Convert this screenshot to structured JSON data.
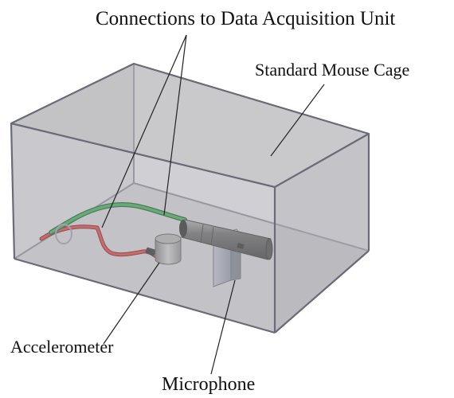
{
  "labels": {
    "connections": "Connections to Data Acquisition Unit",
    "cage": "Standard Mouse Cage",
    "accelerometer": "Accelerometer",
    "microphone": "Microphone"
  },
  "colors": {
    "cage_face": "#c9c9cc",
    "cage_edge": "#6d6d7a",
    "green_cable": "#1f8a37",
    "red_cable": "#c42a2a",
    "sensor_metal": "#8a8a8a",
    "leader_line": "#222222"
  }
}
